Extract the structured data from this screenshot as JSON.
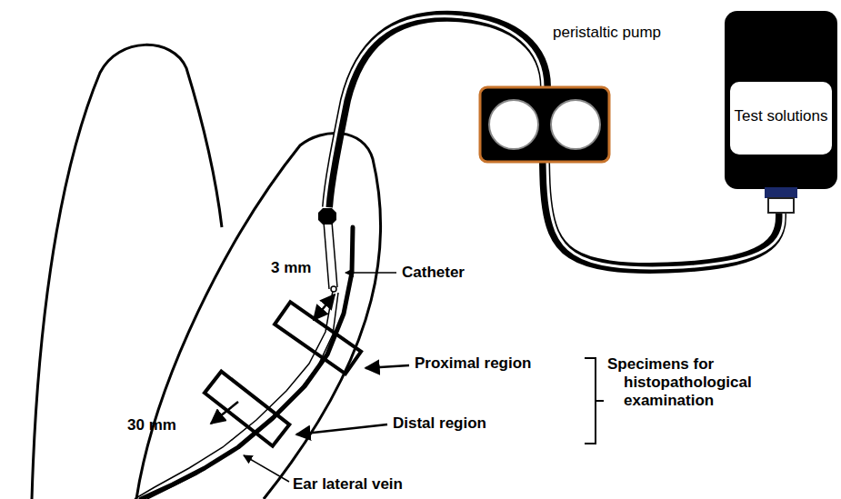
{
  "diagram": {
    "nodes": [
      {
        "text": [
          "peristaltic pump"
        ]
      },
      {
        "text": [
          "Test solutions"
        ]
      }
    ],
    "edges": [
      {
        "from": 1,
        "to": 0,
        "arrow": "none"
      }
    ],
    "labels": [
      "3 mm",
      "Catheter",
      "Proximal region",
      "Specimens for histopathological examination",
      "Distal region",
      "30 mm",
      "Ear lateral vein"
    ]
  }
}
